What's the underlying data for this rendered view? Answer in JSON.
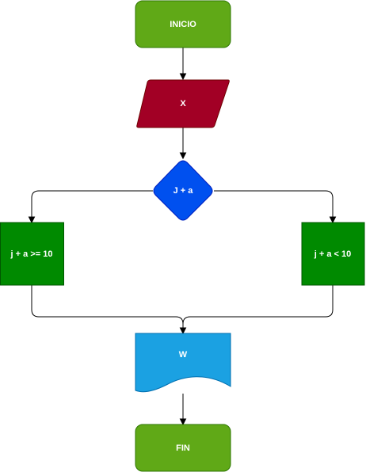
{
  "nodes": {
    "start": {
      "label": "INICIO",
      "shape": "rounded-rect",
      "fill": "#60a917",
      "stroke": "#2d7600"
    },
    "input": {
      "label": "X",
      "shape": "parallelogram",
      "fill": "#a20025",
      "stroke": "#6f0000"
    },
    "decision": {
      "label": "J + a",
      "shape": "diamond",
      "fill": "#0050ef",
      "stroke": "#001dbc"
    },
    "branch_left": {
      "label": "j + a >= 10",
      "shape": "rect",
      "fill": "#008a00",
      "stroke": "#005700"
    },
    "branch_right": {
      "label": "j + a < 10",
      "shape": "rect",
      "fill": "#008a00",
      "stroke": "#005700"
    },
    "output": {
      "label": "W",
      "shape": "document",
      "fill": "#1ba1e2",
      "stroke": "#006eaf"
    },
    "end": {
      "label": "FIN",
      "shape": "rounded-rect",
      "fill": "#60a917",
      "stroke": "#2d7600"
    }
  },
  "edges": [
    {
      "from": "start",
      "to": "input"
    },
    {
      "from": "input",
      "to": "decision"
    },
    {
      "from": "decision",
      "to": "branch_left"
    },
    {
      "from": "decision",
      "to": "branch_right"
    },
    {
      "from": "branch_left",
      "to": "output"
    },
    {
      "from": "branch_right",
      "to": "output"
    },
    {
      "from": "output",
      "to": "end"
    }
  ]
}
